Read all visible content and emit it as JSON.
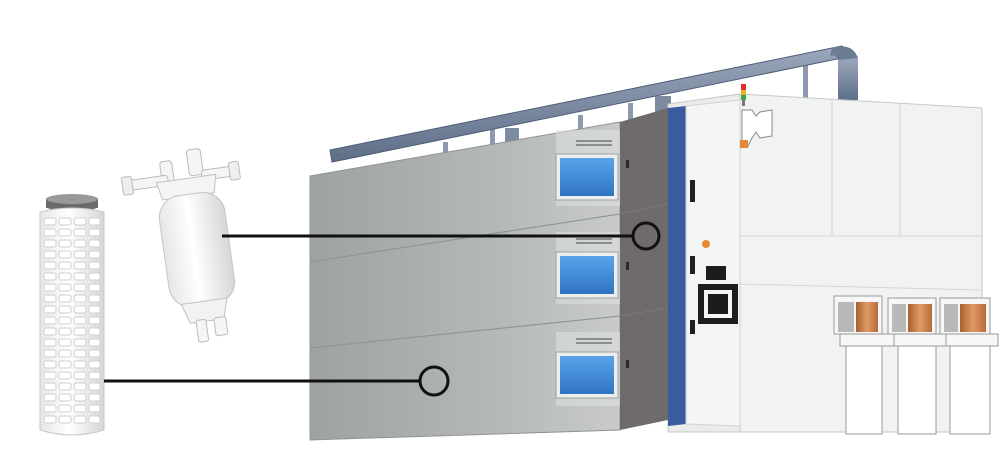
{
  "figure": {
    "kind": "equipment illustration with filter callouts",
    "background": "#ffffff",
    "colors": {
      "pipe": "#7f8fa8",
      "pipe_dark": "#5d6d86",
      "machine_gray": "#a6aaa8",
      "machine_light": "#eef0ef",
      "panel_dark": "#6e6a6b",
      "blue_stripe": "#3c5aa0",
      "window_blue": "#3b86d6",
      "copper": "#c97a45",
      "callout_line": "#111111"
    },
    "components": [
      {
        "id": "pleated-cartridge-filter",
        "icon": "pleated-filter-cartridge-icon"
      },
      {
        "id": "capsule-filter",
        "icon": "capsule-filter-icon"
      },
      {
        "id": "process-tool",
        "icon": "semiconductor-process-tool-icon"
      }
    ],
    "callouts": [
      {
        "from": "capsule-filter",
        "to": "process-tool-middle-module"
      },
      {
        "from": "pleated-cartridge-filter",
        "to": "process-tool-lower-module"
      }
    ],
    "status_light_colors": [
      "#d9322a",
      "#e3b62a",
      "#3aa34a"
    ]
  }
}
